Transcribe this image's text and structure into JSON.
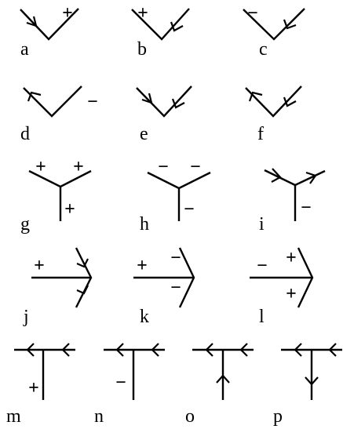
{
  "labels": {
    "a": "a",
    "b": "b",
    "c": "c",
    "d": "d",
    "e": "e",
    "f": "f",
    "g": "g",
    "h": "h",
    "i": "i",
    "j": "j",
    "k": "k",
    "l": "l",
    "m": "m",
    "n": "n",
    "o": "o",
    "p": "p"
  },
  "symbols": {
    "plus": "+",
    "minus": "−"
  },
  "line_labels": {
    "a": {
      "left": "arrow-in",
      "right": "+"
    },
    "b": {
      "left": "+",
      "right": "arrow-out"
    },
    "c": {
      "left": "−",
      "right": "arrow-in"
    },
    "d": {
      "left": "arrow-out",
      "right": "−"
    },
    "e": {
      "left": "arrow-in",
      "right": "arrow-out"
    },
    "f": {
      "left": "arrow-out",
      "right": "arrow-in"
    },
    "g": {
      "left": "+",
      "right": "+",
      "stem": "+"
    },
    "h": {
      "left": "−",
      "right": "−",
      "stem": "−"
    },
    "i": {
      "left": "arrow-in",
      "right": "arrow-out",
      "stem": "−"
    },
    "j": {
      "shaft": "+",
      "upper": "arrow",
      "lower": "arrow"
    },
    "k": {
      "shaft": "+",
      "upper": "−",
      "lower": "−"
    },
    "l": {
      "shaft": "−",
      "upper": "+",
      "lower": "+"
    },
    "m": {
      "left": "arrow",
      "right": "arrow",
      "stem": "+"
    },
    "n": {
      "left": "arrow",
      "right": "arrow",
      "stem": "−"
    },
    "o": {
      "left": "arrow",
      "right": "arrow",
      "stem": "arrow-up"
    },
    "p": {
      "left": "arrow",
      "right": "arrow",
      "stem": "arrow-down"
    }
  }
}
